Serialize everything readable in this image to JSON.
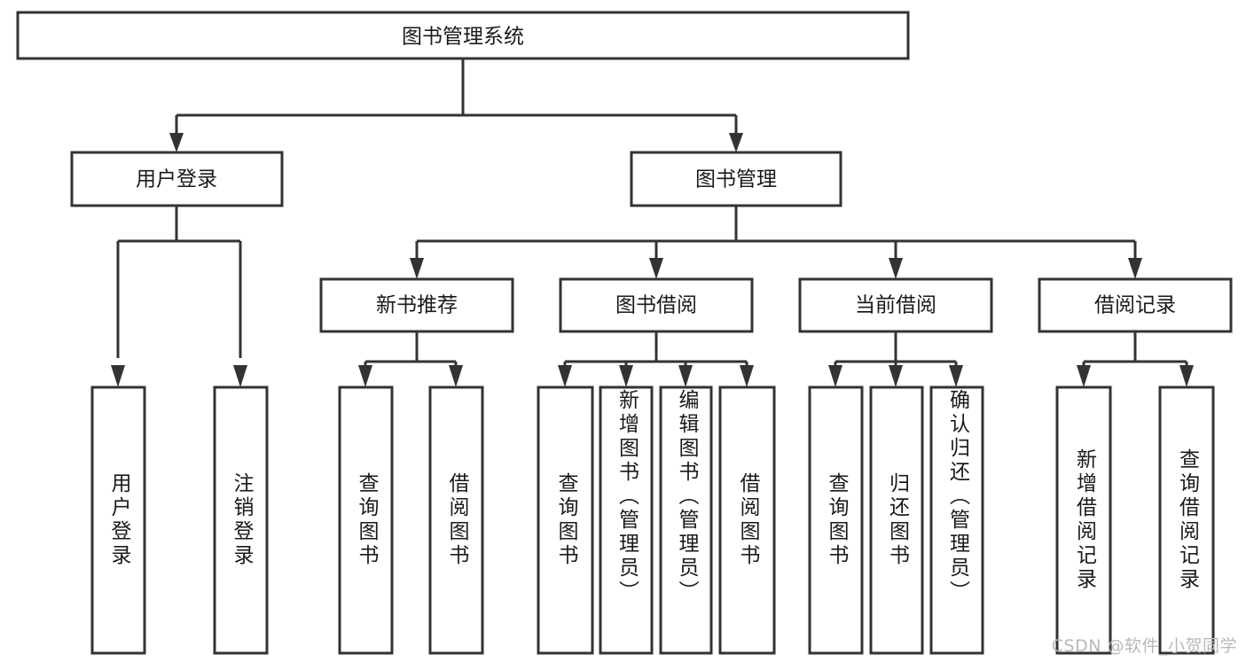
{
  "diagram": {
    "type": "tree-hierarchy",
    "title": "图书管理系统",
    "watermark": "CSDN @软件_小贺同学",
    "colors": {
      "box_stroke": "#333333",
      "box_fill": "#ffffff",
      "text": "#1a1a1a",
      "background": "#ffffff",
      "watermark": "#b9b9b9"
    },
    "levels": [
      {
        "level": 1,
        "nodes": [
          {
            "id": "root",
            "label": "图书管理系统",
            "orientation": "horizontal"
          }
        ]
      },
      {
        "level": 2,
        "nodes": [
          {
            "id": "user-login",
            "label": "用户登录",
            "orientation": "horizontal",
            "parent": "root"
          },
          {
            "id": "book-manage",
            "label": "图书管理",
            "orientation": "horizontal",
            "parent": "root"
          }
        ]
      },
      {
        "level": 3,
        "nodes": [
          {
            "id": "new-book-rec",
            "label": "新书推荐",
            "orientation": "horizontal",
            "parent": "book-manage"
          },
          {
            "id": "book-borrow",
            "label": "图书借阅",
            "orientation": "horizontal",
            "parent": "book-manage"
          },
          {
            "id": "current-borrow",
            "label": "当前借阅",
            "orientation": "horizontal",
            "parent": "book-manage"
          },
          {
            "id": "borrow-record",
            "label": "借阅记录",
            "orientation": "horizontal",
            "parent": "book-manage"
          }
        ]
      },
      {
        "level": 4,
        "nodes": [
          {
            "id": "leaf-1",
            "label": "用户登录",
            "orientation": "vertical",
            "parent": "user-login"
          },
          {
            "id": "leaf-2",
            "label": "注销登录",
            "orientation": "vertical",
            "parent": "user-login"
          },
          {
            "id": "leaf-3",
            "label": "查询图书",
            "orientation": "vertical",
            "parent": "new-book-rec"
          },
          {
            "id": "leaf-4",
            "label": "借阅图书",
            "orientation": "vertical",
            "parent": "new-book-rec"
          },
          {
            "id": "leaf-5",
            "label": "查询图书",
            "orientation": "vertical",
            "parent": "book-borrow"
          },
          {
            "id": "leaf-6",
            "label": "新增图书（管理员）",
            "orientation": "vertical",
            "parent": "book-borrow"
          },
          {
            "id": "leaf-7",
            "label": "编辑图书（管理员）",
            "orientation": "vertical",
            "parent": "book-borrow"
          },
          {
            "id": "leaf-8",
            "label": "借阅图书",
            "orientation": "vertical",
            "parent": "book-borrow"
          },
          {
            "id": "leaf-9",
            "label": "查询图书",
            "orientation": "vertical",
            "parent": "current-borrow"
          },
          {
            "id": "leaf-10",
            "label": "归还图书",
            "orientation": "vertical",
            "parent": "current-borrow"
          },
          {
            "id": "leaf-11",
            "label": "确认归还（管理员）",
            "orientation": "vertical",
            "parent": "current-borrow"
          },
          {
            "id": "leaf-12",
            "label": "新增借阅记录",
            "orientation": "vertical",
            "parent": "borrow-record"
          },
          {
            "id": "leaf-13",
            "label": "查询借阅记录",
            "orientation": "vertical",
            "parent": "borrow-record"
          }
        ]
      }
    ]
  }
}
